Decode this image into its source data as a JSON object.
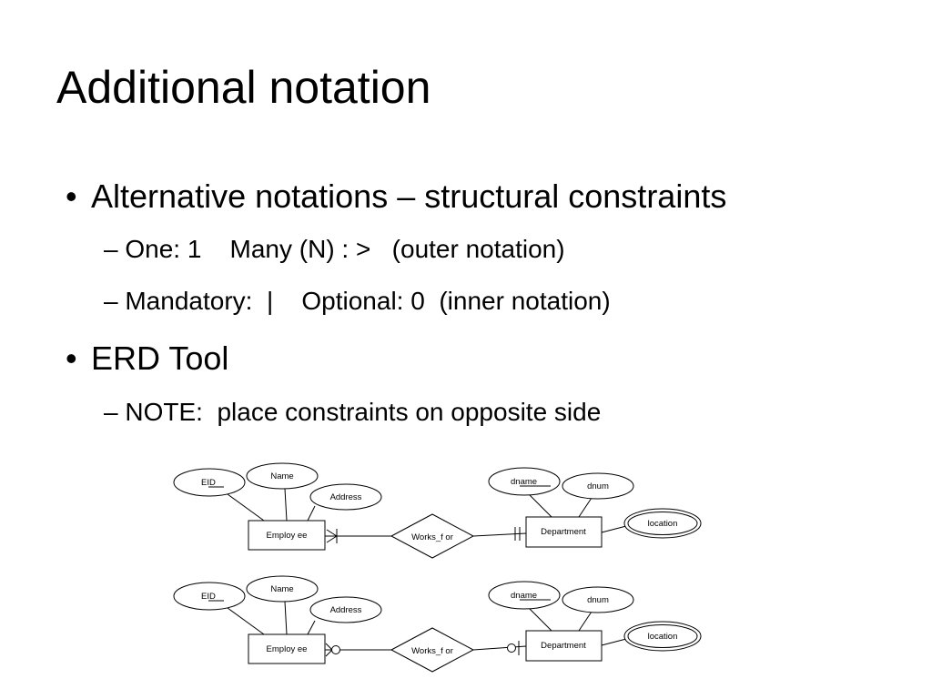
{
  "slide": {
    "title": "Additional notation",
    "bullets": [
      {
        "text": "Alternative notations – structural constraints",
        "sub": [
          "– One: 1    Many (N) : >   (outer notation)",
          "– Mandatory:  |    Optional: 0  (inner notation)"
        ]
      },
      {
        "text": "ERD Tool",
        "sub": [
          "– NOTE:  place constraints on opposite side"
        ]
      }
    ],
    "bullet_glyph": "•"
  },
  "diagrams": [
    {
      "entity_left": "Employ ee",
      "entity_right": "Department",
      "relationship": "Works_f or",
      "attributes": {
        "eid": "EID",
        "name": "Name",
        "address": "Address",
        "dname": "dname",
        "dnum": "dnum",
        "location": "location"
      },
      "left_constraint": "mandatory-many",
      "right_constraint": "mandatory-one"
    },
    {
      "entity_left": "Employ ee",
      "entity_right": "Department",
      "relationship": "Works_f or",
      "attributes": {
        "eid": "EID",
        "name": "Name",
        "address": "Address",
        "dname": "dname",
        "dnum": "dnum",
        "location": "location"
      },
      "left_constraint": "optional-many",
      "right_constraint": "optional-one"
    }
  ]
}
